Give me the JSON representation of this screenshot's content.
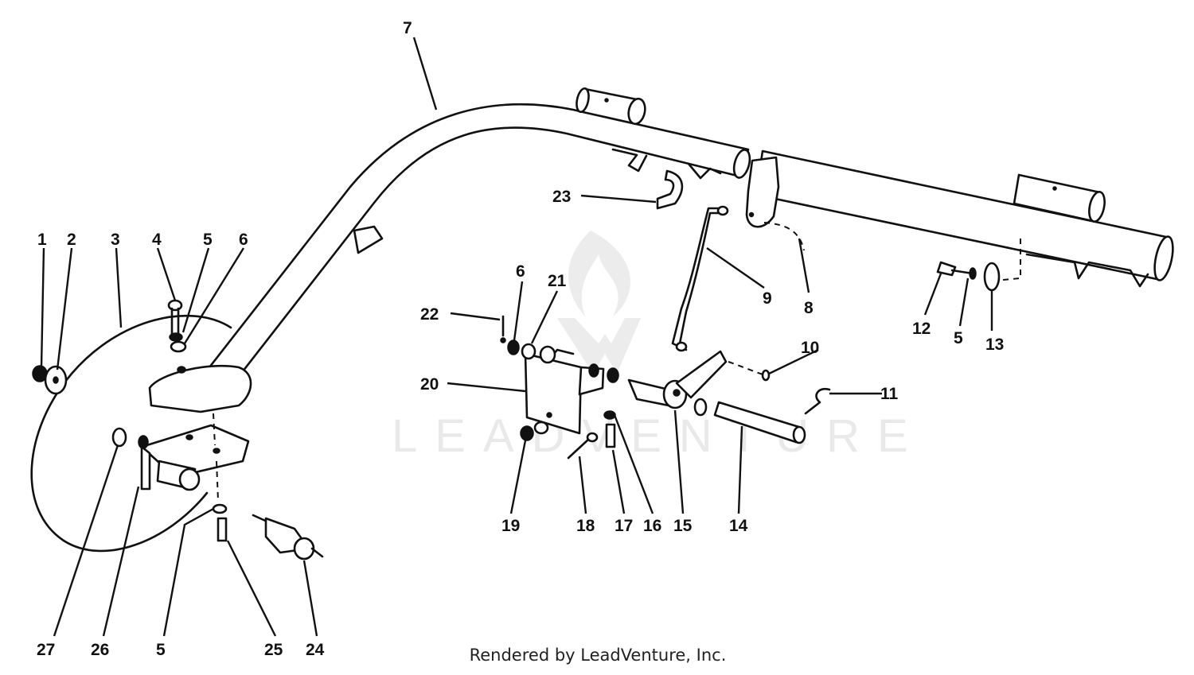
{
  "watermark": {
    "text": "LEADVENTURE"
  },
  "footer": {
    "text": "Rendered by LeadVenture, Inc."
  },
  "callouts": [
    {
      "id": "c1",
      "label": "1"
    },
    {
      "id": "c2",
      "label": "2"
    },
    {
      "id": "c3",
      "label": "3"
    },
    {
      "id": "c4",
      "label": "4"
    },
    {
      "id": "c5a",
      "label": "5"
    },
    {
      "id": "c6a",
      "label": "6"
    },
    {
      "id": "c7",
      "label": "7"
    },
    {
      "id": "c23",
      "label": "23"
    },
    {
      "id": "c9",
      "label": "9"
    },
    {
      "id": "c8",
      "label": "8"
    },
    {
      "id": "c12",
      "label": "12"
    },
    {
      "id": "c5b",
      "label": "5"
    },
    {
      "id": "c13",
      "label": "13"
    },
    {
      "id": "c22",
      "label": "22"
    },
    {
      "id": "c6b",
      "label": "6"
    },
    {
      "id": "c21",
      "label": "21"
    },
    {
      "id": "c10",
      "label": "10"
    },
    {
      "id": "c20",
      "label": "20"
    },
    {
      "id": "c11",
      "label": "11"
    },
    {
      "id": "c19",
      "label": "19"
    },
    {
      "id": "c18",
      "label": "18"
    },
    {
      "id": "c17",
      "label": "17"
    },
    {
      "id": "c16",
      "label": "16"
    },
    {
      "id": "c15",
      "label": "15"
    },
    {
      "id": "c14",
      "label": "14"
    },
    {
      "id": "c27",
      "label": "27"
    },
    {
      "id": "c26",
      "label": "26"
    },
    {
      "id": "c5c",
      "label": "5"
    },
    {
      "id": "c25",
      "label": "25"
    },
    {
      "id": "c24",
      "label": "24"
    }
  ]
}
